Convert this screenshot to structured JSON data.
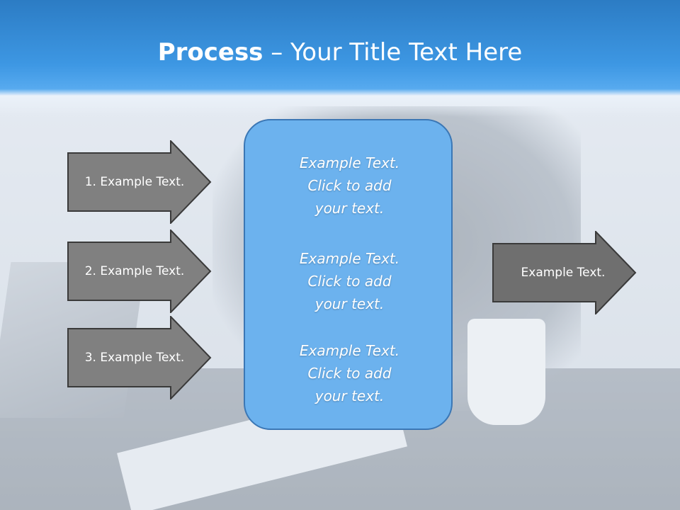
{
  "slide": {
    "title_bold": "Process",
    "title_rest": " – Your Title Text Here"
  },
  "left_arrows": [
    {
      "label": "1. Example Text."
    },
    {
      "label": "2. Example Text."
    },
    {
      "label": "3. Example Text."
    }
  ],
  "center_box": {
    "paragraphs": [
      {
        "line1": "Example Text.",
        "line2": "Click  to add",
        "line3": "your text."
      },
      {
        "line1": "Example Text.",
        "line2": "Click  to add",
        "line3": "your text."
      },
      {
        "line1": "Example Text.",
        "line2": "Click  to add",
        "line3": "your text."
      }
    ]
  },
  "right_arrow": {
    "label": "Example Text."
  },
  "colors": {
    "header_blue": "#3d97e3",
    "center_fill": "#6cb2ee",
    "center_border": "#3b77b5",
    "arrow_fill_light": "#808080",
    "arrow_fill_dark": "#6f6f6f",
    "arrow_border": "#3a3a3a",
    "text_white": "#ffffff"
  }
}
